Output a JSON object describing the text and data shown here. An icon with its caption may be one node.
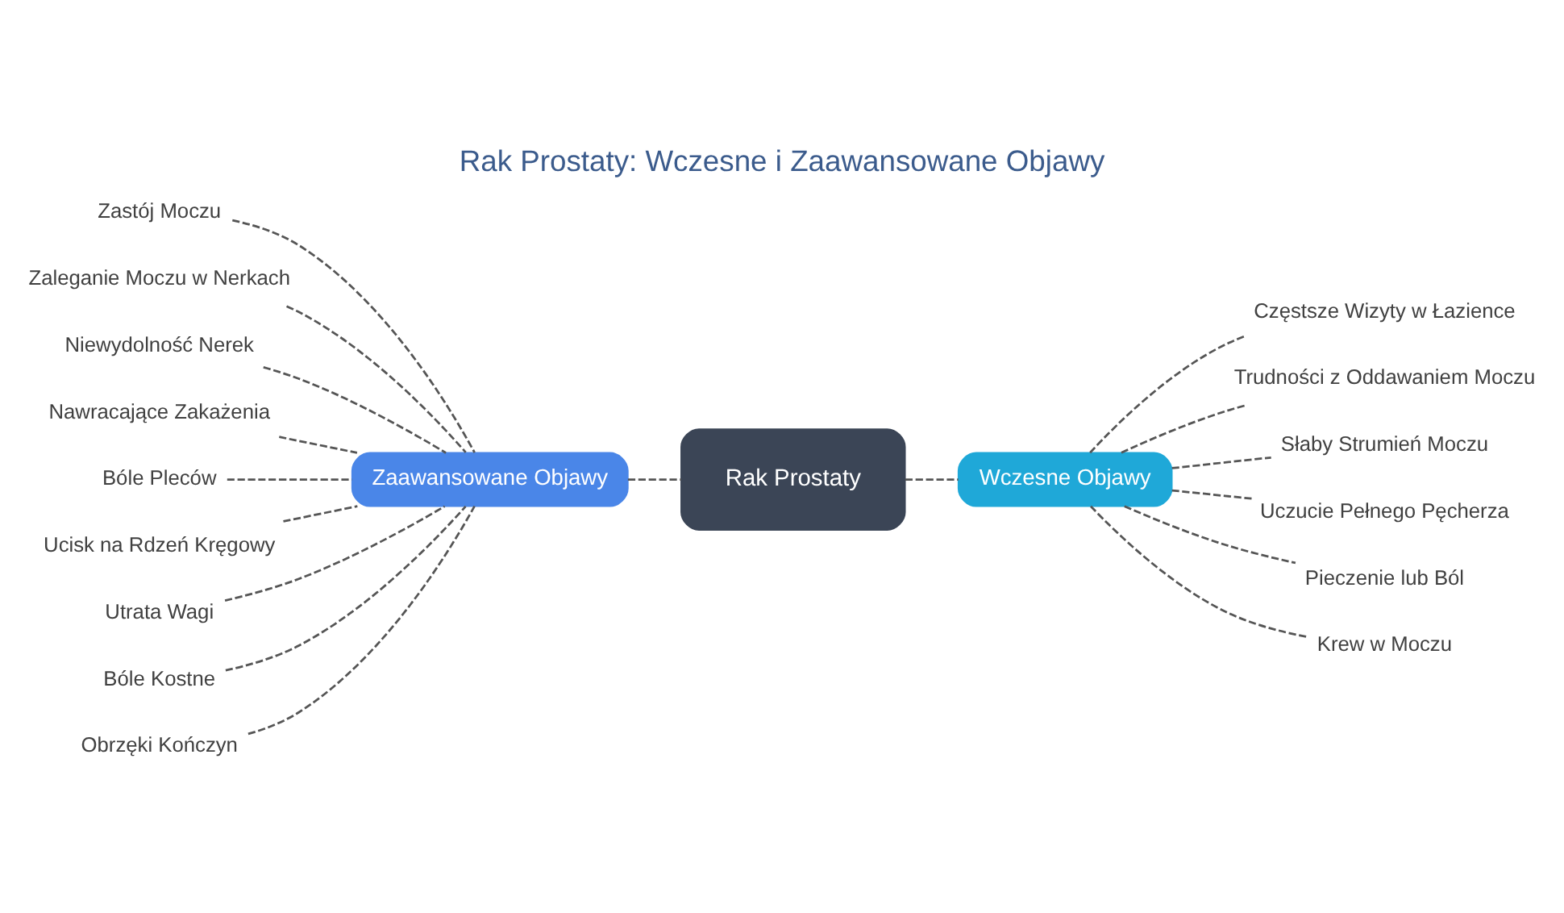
{
  "diagram": {
    "title": "Rak Prostaty: Wczesne i Zaawansowane Objawy",
    "nodes": [
      {
        "text": [
          "Rak Prostaty"
        ]
      },
      {
        "text": [
          "Zaawansowane Objawy"
        ]
      },
      {
        "text": [
          "Zastój Moczu"
        ]
      },
      {
        "text": [
          "Zaleganie Moczu w Nerkach"
        ]
      },
      {
        "text": [
          "Niewydolność Nerek"
        ]
      },
      {
        "text": [
          "Nawracające Zakażenia"
        ]
      },
      {
        "text": [
          "Bóle Pleców"
        ]
      },
      {
        "text": [
          "Ucisk na Rdzeń Kręgowy"
        ]
      },
      {
        "text": [
          "Utrata Wagi"
        ]
      },
      {
        "text": [
          "Bóle Kostne"
        ]
      },
      {
        "text": [
          "Obrzęki Kończyn"
        ]
      },
      {
        "text": [
          "Wczesne Objawy"
        ]
      },
      {
        "text": [
          "Częstsze Wizyty w Łazience"
        ]
      },
      {
        "text": [
          "Trudności z Oddawaniem Moczu"
        ]
      },
      {
        "text": [
          "Słaby Strumień Moczu"
        ]
      },
      {
        "text": [
          "Uczucie Pełnego Pęcherza"
        ]
      },
      {
        "text": [
          "Pieczenie lub Ból"
        ]
      },
      {
        "text": [
          "Krew w Moczu"
        ]
      }
    ],
    "edges": [
      {
        "from": 0,
        "to": 1,
        "arrow": "none",
        "style": "dashed"
      },
      {
        "from": 0,
        "to": 11,
        "arrow": "none",
        "style": "dashed"
      },
      {
        "from": 1,
        "to": 2,
        "arrow": "none",
        "style": "dashed"
      },
      {
        "from": 1,
        "to": 3,
        "arrow": "none",
        "style": "dashed"
      },
      {
        "from": 1,
        "to": 4,
        "arrow": "none",
        "style": "dashed"
      },
      {
        "from": 1,
        "to": 5,
        "arrow": "none",
        "style": "dashed"
      },
      {
        "from": 1,
        "to": 6,
        "arrow": "none",
        "style": "dashed"
      },
      {
        "from": 1,
        "to": 7,
        "arrow": "none",
        "style": "dashed"
      },
      {
        "from": 1,
        "to": 8,
        "arrow": "none",
        "style": "dashed"
      },
      {
        "from": 1,
        "to": 9,
        "arrow": "none",
        "style": "dashed"
      },
      {
        "from": 1,
        "to": 10,
        "arrow": "none",
        "style": "dashed"
      },
      {
        "from": 11,
        "to": 12,
        "arrow": "none",
        "style": "dashed"
      },
      {
        "from": 11,
        "to": 13,
        "arrow": "none",
        "style": "dashed"
      },
      {
        "from": 11,
        "to": 14,
        "arrow": "none",
        "style": "dashed"
      },
      {
        "from": 11,
        "to": 15,
        "arrow": "none",
        "style": "dashed"
      },
      {
        "from": 11,
        "to": 16,
        "arrow": "none",
        "style": "dashed"
      },
      {
        "from": 11,
        "to": 17,
        "arrow": "none",
        "style": "dashed"
      }
    ]
  }
}
